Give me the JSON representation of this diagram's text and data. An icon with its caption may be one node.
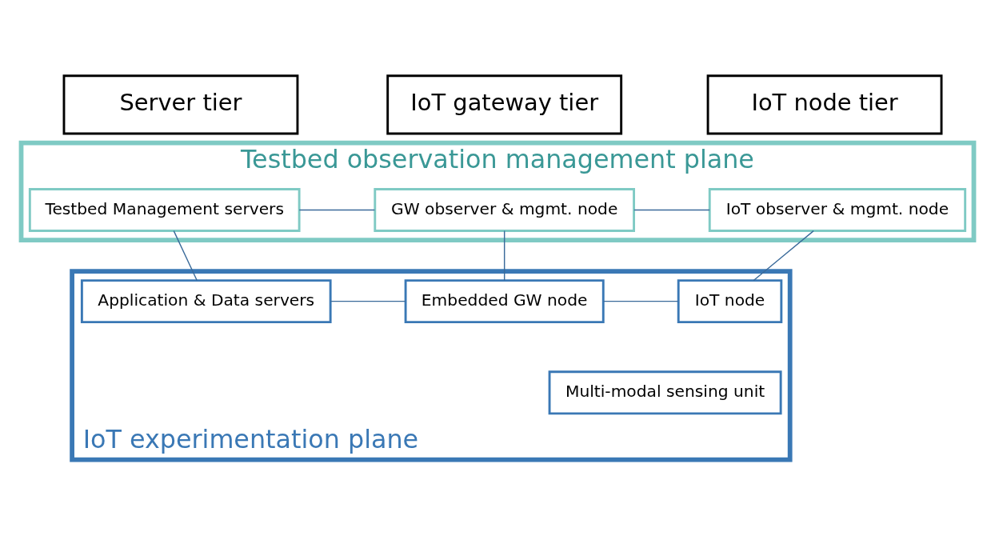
{
  "diagram": {
    "nodes": [
      {
        "text": [
          "Server tier"
        ]
      },
      {
        "text": [
          "IoT gateway tier"
        ]
      },
      {
        "text": [
          "IoT node tier"
        ]
      },
      {
        "text": [
          "Testbed observation management plane"
        ]
      },
      {
        "text": [
          "Testbed Management servers"
        ],
        "in": 3
      },
      {
        "text": [
          "GW observer & mgmt. node"
        ],
        "in": 3
      },
      {
        "text": [
          "IoT observer & mgmt. node"
        ],
        "in": 3
      },
      {
        "text": [
          "IoT experimentation plane"
        ]
      },
      {
        "text": [
          "Application & Data servers"
        ],
        "in": 7
      },
      {
        "text": [
          "Embedded GW node"
        ],
        "in": 7
      },
      {
        "text": [
          "IoT node"
        ],
        "in": 7
      },
      {
        "text": [
          "Multi-modal sensing unit"
        ],
        "in": 7
      }
    ],
    "edges": [
      {
        "from": 4,
        "to": 5,
        "arrow": "none"
      },
      {
        "from": 5,
        "to": 6,
        "arrow": "none"
      },
      {
        "from": 4,
        "to": 8,
        "arrow": "none"
      },
      {
        "from": 5,
        "to": 9,
        "arrow": "none"
      },
      {
        "from": 6,
        "to": 10,
        "arrow": "none"
      },
      {
        "from": 8,
        "to": 9,
        "arrow": "none"
      },
      {
        "from": 9,
        "to": 10,
        "arrow": "none"
      }
    ]
  }
}
